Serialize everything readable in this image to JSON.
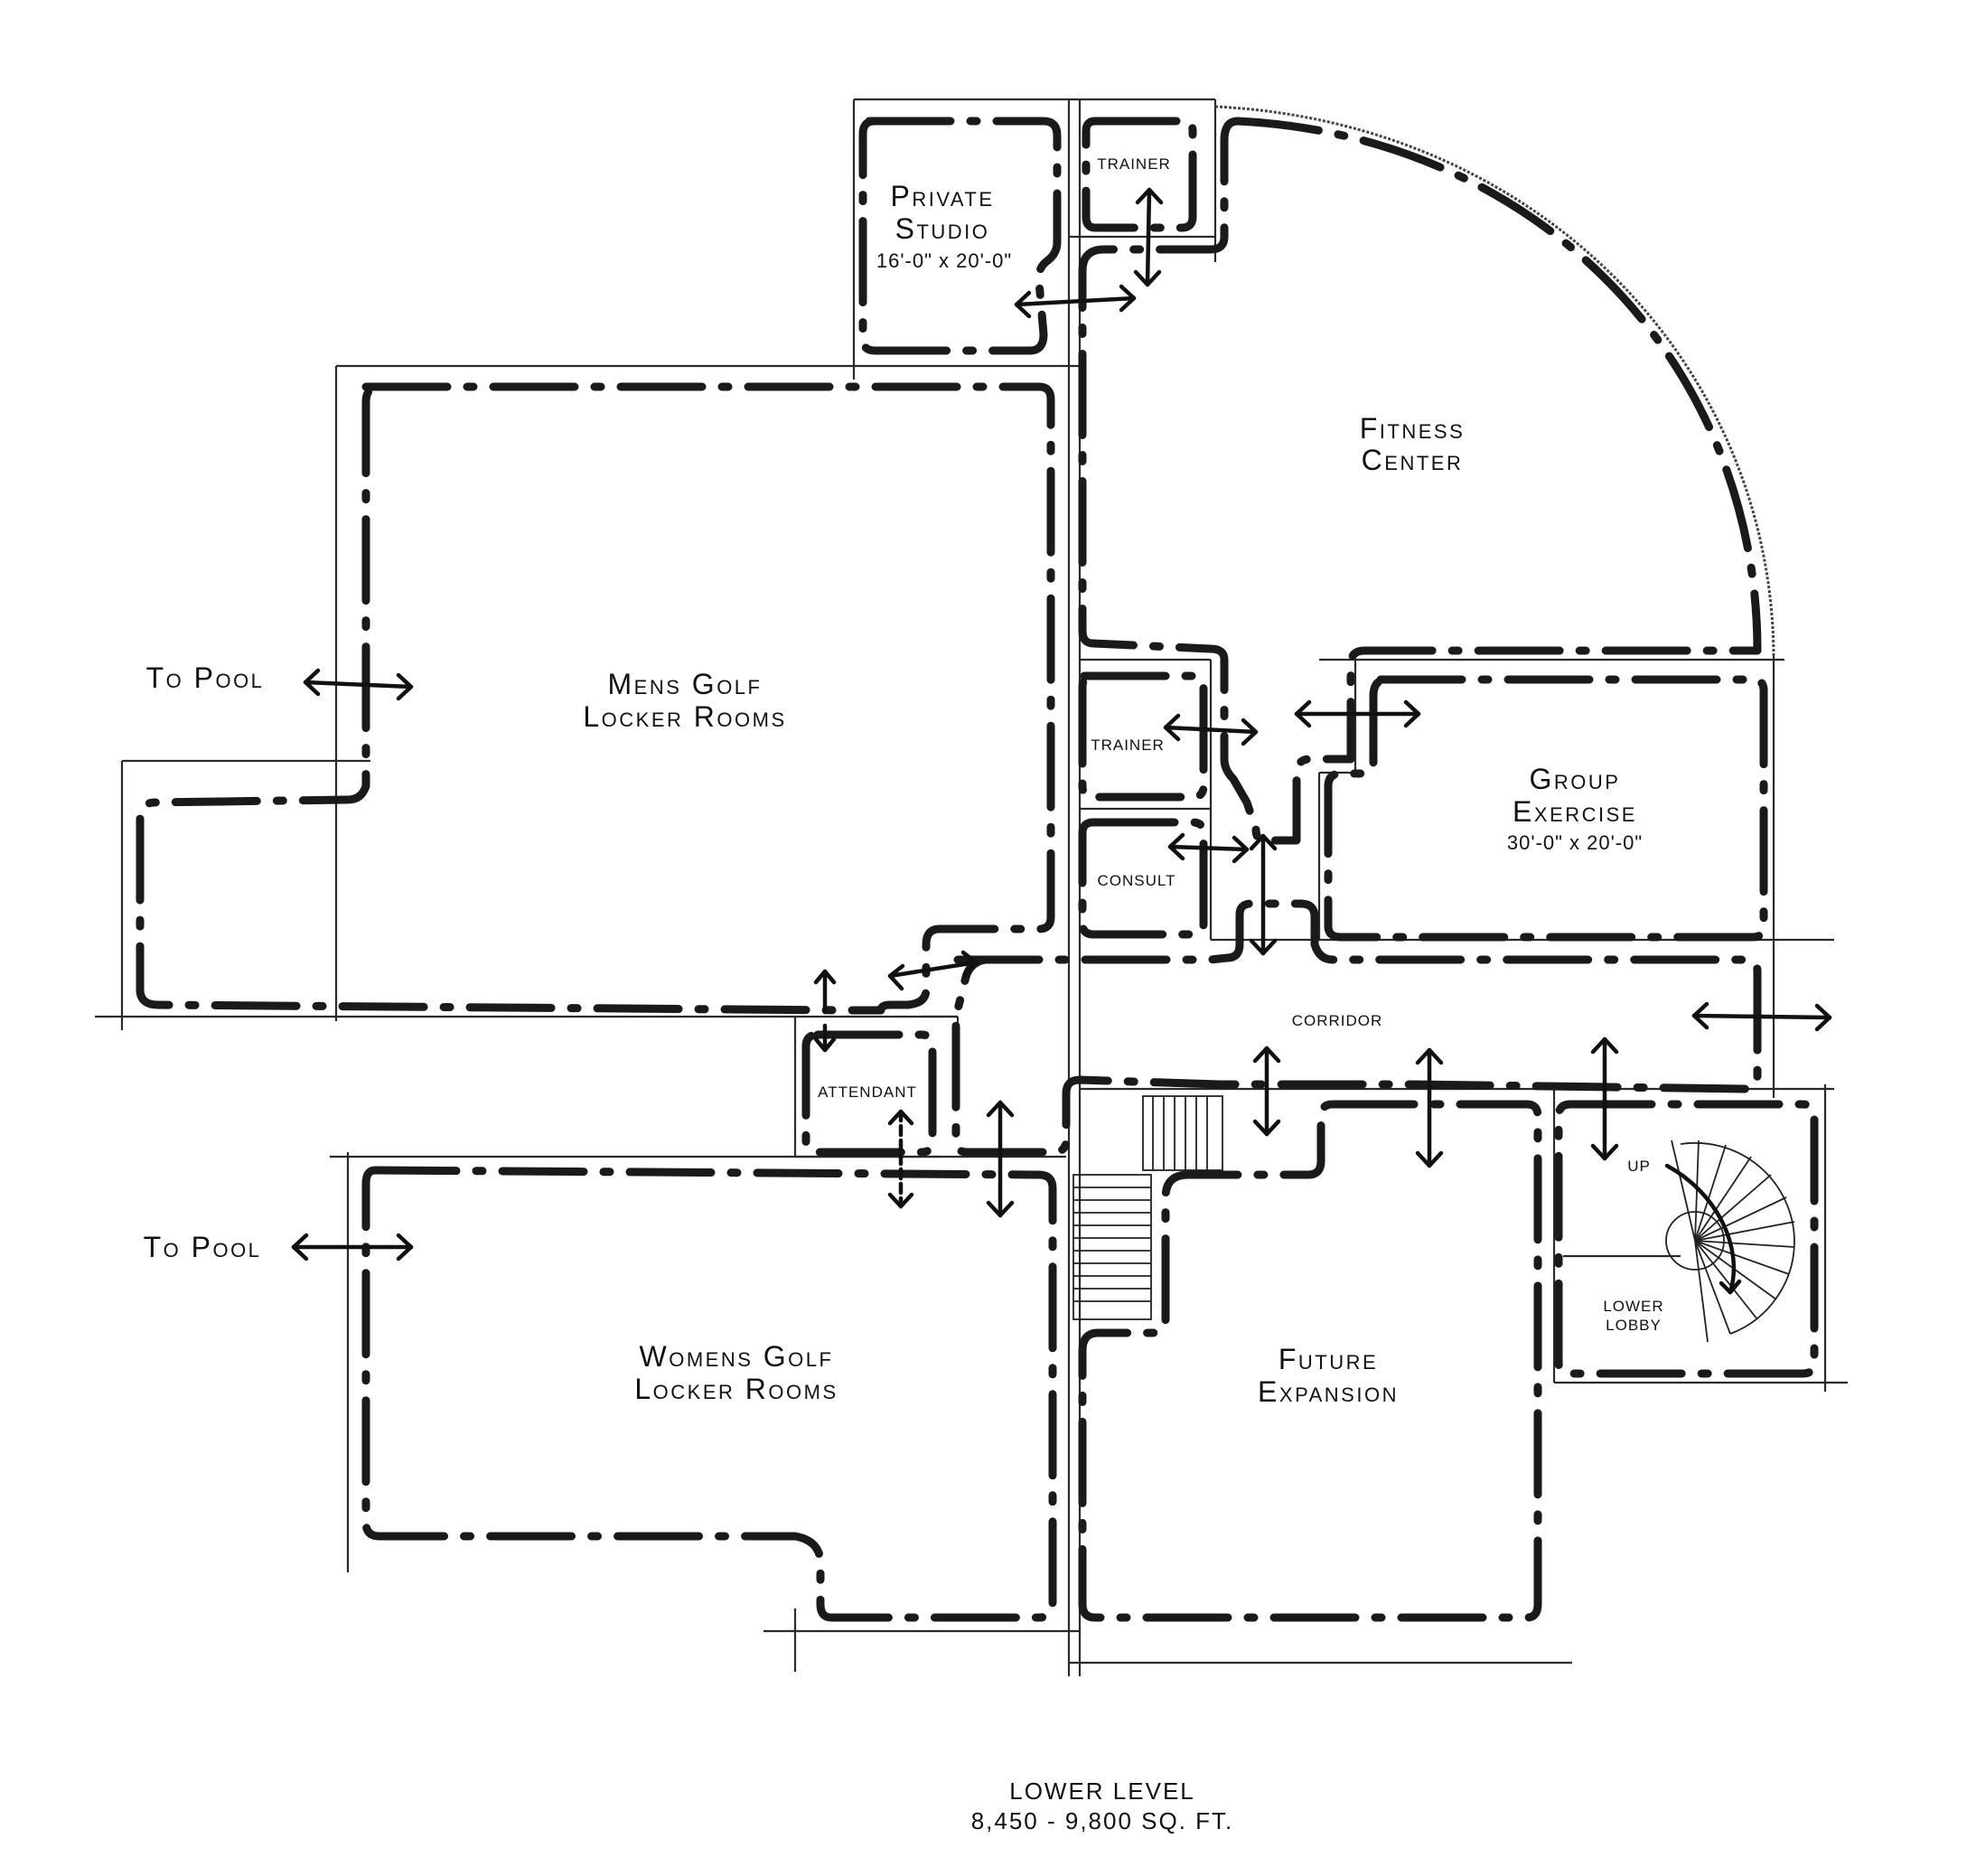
{
  "rooms": {
    "private_studio": {
      "name_line1": "Private",
      "name_line2": "Studio",
      "size": "16'-0\" x 20'-0\""
    },
    "trainer_top": "TRAINER",
    "fitness_center": {
      "line1": "Fitness",
      "line2": "Center"
    },
    "mens_locker": {
      "line1": "Mens Golf",
      "line2": "Locker Rooms"
    },
    "trainer_mid": "TRAINER",
    "consult": "CONSULT",
    "group_exercise": {
      "line1": "Group",
      "line2": "Exercise",
      "size": "30'-0\" x 20'-0\""
    },
    "corridor": "CORRIDOR",
    "attendant": "ATTENDANT",
    "womens_locker": {
      "line1": "Womens Golf",
      "line2": "Locker Rooms"
    },
    "future_expansion": {
      "line1": "Future",
      "line2": "Expansion"
    },
    "lower_lobby": {
      "line1": "LOWER",
      "line2": "LOBBY"
    },
    "stair_up": "UP"
  },
  "labels": {
    "to_pool_upper": "To Pool",
    "to_pool_lower": "To Pool"
  },
  "footer": {
    "level": "LOWER LEVEL",
    "area": "8,450 - 9,800 SQ. FT."
  }
}
